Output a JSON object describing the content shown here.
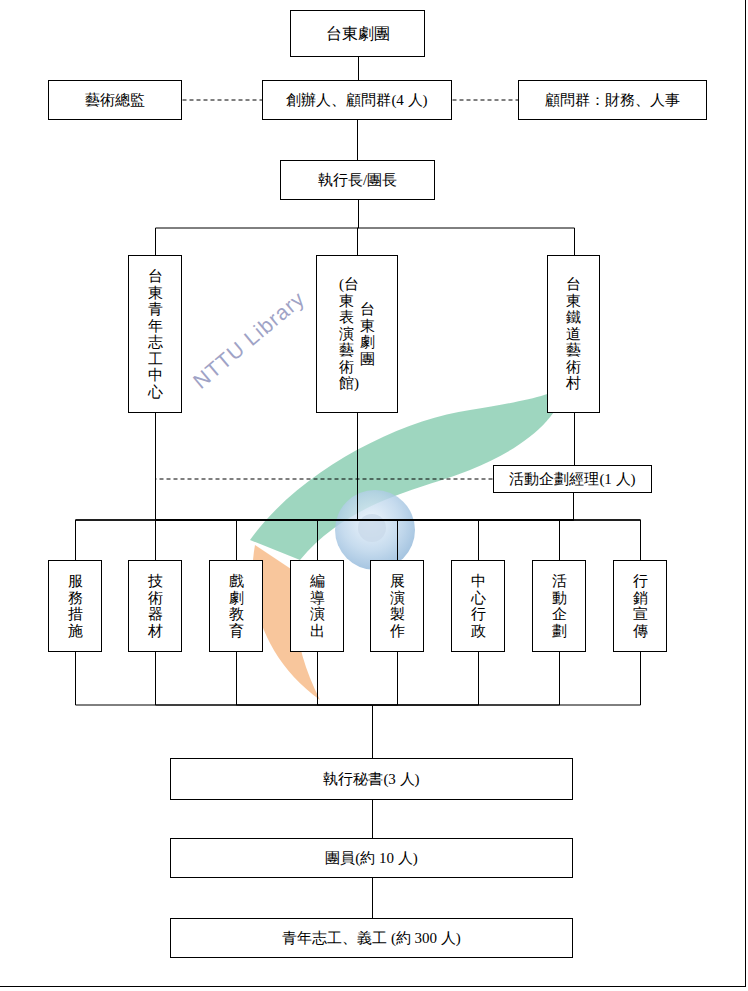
{
  "diagram": {
    "nodes": [
      {
        "text": [
          "台東劇團"
        ]
      },
      {
        "text": [
          "藝術總監"
        ]
      },
      {
        "text": [
          "創辦人、顧問群(4 人)"
        ]
      },
      {
        "text": [
          "顧問群：財務、人事"
        ]
      },
      {
        "text": [
          "執行長/團長"
        ]
      },
      {
        "text": [
          "台東青年志工中心"
        ]
      },
      {
        "text": [
          "台東劇團",
          "(台東表演藝術館)"
        ]
      },
      {
        "text": [
          "台東鐵道藝術村"
        ]
      },
      {
        "text": [
          "活動企劃經理(1 人)"
        ]
      },
      {
        "text": [
          "服務措施"
        ]
      },
      {
        "text": [
          "技術器材"
        ]
      },
      {
        "text": [
          "戲劇教育"
        ]
      },
      {
        "text": [
          "編導演出"
        ]
      },
      {
        "text": [
          "展演製作"
        ]
      },
      {
        "text": [
          "中心行政"
        ]
      },
      {
        "text": [
          "活動企劃"
        ]
      },
      {
        "text": [
          "行銷宣傳"
        ]
      },
      {
        "text": [
          "執行秘書(3 人)"
        ]
      },
      {
        "text": [
          "團員(約 10 人)"
        ]
      },
      {
        "text": [
          "青年志工、義工 (約 300 人)"
        ]
      }
    ],
    "edges": [
      {
        "from": 0,
        "to": 2,
        "arrow": "none"
      },
      {
        "from": 1,
        "to": 2,
        "arrow": "none"
      },
      {
        "from": 2,
        "to": 3,
        "arrow": "none"
      },
      {
        "from": 2,
        "to": 4,
        "arrow": "none"
      },
      {
        "from": 4,
        "to": 5,
        "arrow": "none"
      },
      {
        "from": 4,
        "to": 6,
        "arrow": "none"
      },
      {
        "from": 4,
        "to": 7,
        "arrow": "none"
      },
      {
        "from": 7,
        "to": 8,
        "arrow": "none"
      },
      {
        "from": 5,
        "to": 8,
        "arrow": "none"
      },
      {
        "from": 5,
        "to": 9,
        "arrow": "none"
      },
      {
        "from": 5,
        "to": 10,
        "arrow": "none"
      },
      {
        "from": 5,
        "to": 11,
        "arrow": "none"
      },
      {
        "from": 5,
        "to": 12,
        "arrow": "none"
      },
      {
        "from": 5,
        "to": 13,
        "arrow": "none"
      },
      {
        "from": 5,
        "to": 14,
        "arrow": "none"
      },
      {
        "from": 5,
        "to": 15,
        "arrow": "none"
      },
      {
        "from": 5,
        "to": 16,
        "arrow": "none"
      },
      {
        "from": 6,
        "to": 9,
        "arrow": "none"
      },
      {
        "from": 6,
        "to": 10,
        "arrow": "none"
      },
      {
        "from": 6,
        "to": 11,
        "arrow": "none"
      },
      {
        "from": 6,
        "to": 12,
        "arrow": "none"
      },
      {
        "from": 6,
        "to": 13,
        "arrow": "none"
      },
      {
        "from": 6,
        "to": 14,
        "arrow": "none"
      },
      {
        "from": 6,
        "to": 15,
        "arrow": "none"
      },
      {
        "from": 6,
        "to": 16,
        "arrow": "none"
      },
      {
        "from": 8,
        "to": 9,
        "arrow": "none"
      },
      {
        "from": 8,
        "to": 10,
        "arrow": "none"
      },
      {
        "from": 8,
        "to": 11,
        "arrow": "none"
      },
      {
        "from": 8,
        "to": 12,
        "arrow": "none"
      },
      {
        "from": 8,
        "to": 13,
        "arrow": "none"
      },
      {
        "from": 8,
        "to": 14,
        "arrow": "none"
      },
      {
        "from": 8,
        "to": 15,
        "arrow": "none"
      },
      {
        "from": 8,
        "to": 16,
        "arrow": "none"
      },
      {
        "from": 9,
        "to": 17,
        "arrow": "none"
      },
      {
        "from": 10,
        "to": 17,
        "arrow": "none"
      },
      {
        "from": 11,
        "to": 17,
        "arrow": "none"
      },
      {
        "from": 12,
        "to": 17,
        "arrow": "none"
      },
      {
        "from": 13,
        "to": 17,
        "arrow": "none"
      },
      {
        "from": 14,
        "to": 17,
        "arrow": "none"
      },
      {
        "from": 15,
        "to": 17,
        "arrow": "none"
      },
      {
        "from": 16,
        "to": 17,
        "arrow": "none"
      },
      {
        "from": 17,
        "to": 18,
        "arrow": "none"
      },
      {
        "from": 18,
        "to": 19,
        "arrow": "none"
      }
    ],
    "labels": [
      "NTTU Library"
    ]
  }
}
